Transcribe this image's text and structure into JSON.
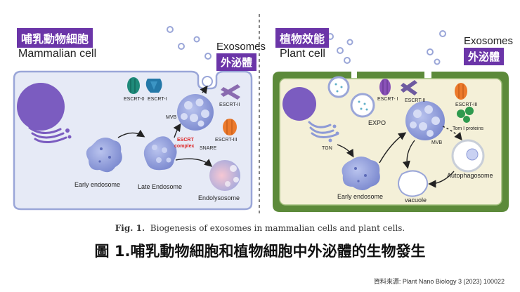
{
  "left_panel": {
    "title_zh": "哺乳動物細胞",
    "title_en": "Mammalian cell",
    "exosomes_en": "Exosomes",
    "exosomes_zh": "外泌體",
    "labels": {
      "escrt0": "ESCRT-0",
      "escrt1": "ESCRT-I",
      "escrt2": "ESCRT-II",
      "escrt3": "ESCRT-III",
      "mvb": "MVB",
      "escrt_complex_1": "ESCRT",
      "escrt_complex_2": "complex",
      "snare": "SNARE",
      "early_endosome": "Early endosome",
      "late_endosome": "Late Endosome",
      "endolysosome": "Endolysosome"
    }
  },
  "right_panel": {
    "title_zh": "植物效能",
    "title_en": "Plant cell",
    "exosomes_en": "Exosomes",
    "exosomes_zh": "外泌體",
    "labels": {
      "escrt1": "ESCRT- I",
      "escrt2": "ESCRT-II",
      "escrt3": "ESCRT-III",
      "expo": "EXPO",
      "tgn": "TGN",
      "mvb": "MVB",
      "tom1": "Tom I proteins",
      "early_endosome": "Early endosome",
      "vacuole": "vacuole",
      "autophagosome": "Autophagosome"
    }
  },
  "caption": {
    "prefix": "Fig. 1.",
    "text": "Biogenesis of exosomes in mammalian cells and plant cells."
  },
  "title": "圖 1.哺乳動物細胞和植物細胞中外泌體的生物發生",
  "source": "資料來源: Plant Nano Biology 3 (2023) 100022",
  "colors": {
    "accent_purple": "#6b35a8",
    "mammal_bg": "#e6eaf6",
    "plant_wall": "#5c8a3a",
    "plant_bg": "#f4f0d8",
    "endosome": "#8d9ad6",
    "nucleus": "#7b5cc0"
  }
}
